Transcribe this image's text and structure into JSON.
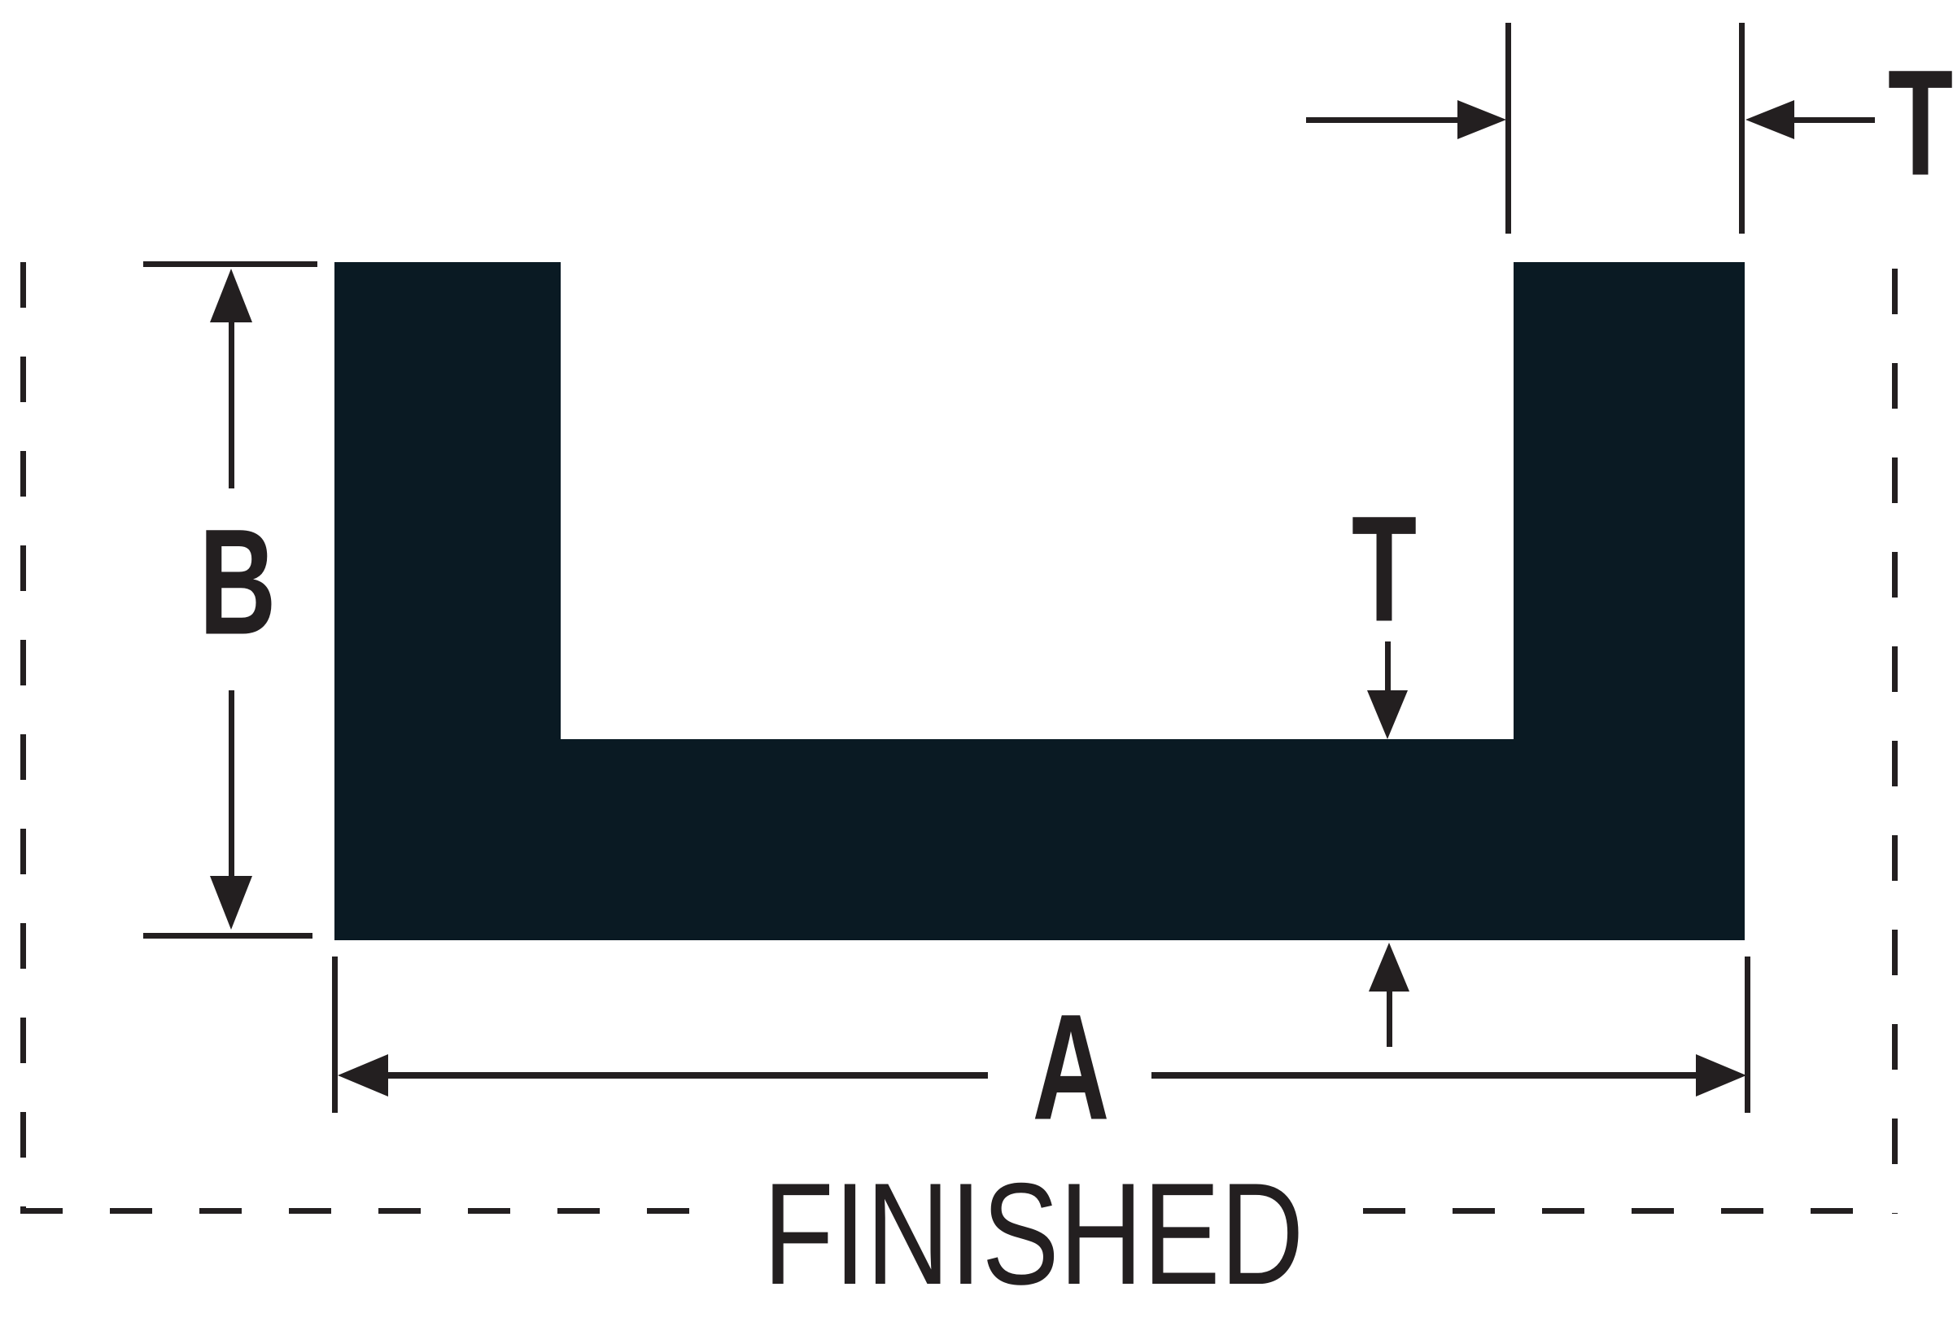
{
  "diagram": {
    "caption": "FINISHED",
    "dimension_labels": {
      "overall_width": "A",
      "leg_height": "B",
      "flange_thickness": "T",
      "web_thickness": "T"
    },
    "colors": {
      "profile-fill": "#0a1a23",
      "line": "#231f20"
    }
  }
}
